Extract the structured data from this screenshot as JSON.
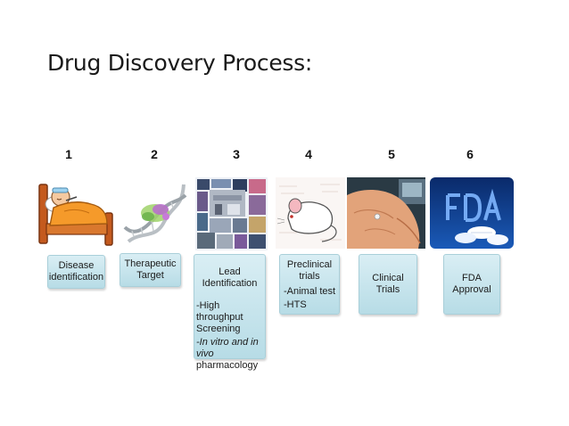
{
  "title": "Drug Discovery Process:",
  "steps": [
    {
      "number": "1",
      "lines": [
        "Disease",
        "identification"
      ],
      "icon": "sick-patient-in-bed"
    },
    {
      "number": "2",
      "lines": [
        "Therapeutic",
        "Target"
      ],
      "icon": "dna-protein-helix"
    },
    {
      "number": "3",
      "heading": [
        "Lead",
        "Identification"
      ],
      "details": [
        "-High throughput",
        "Screening",
        "-In vitro and in",
        "vivo",
        "pharmacology"
      ],
      "icon": "lab-collage"
    },
    {
      "number": "4",
      "heading": [
        "Preclinical",
        "trials"
      ],
      "details": [
        "-Animal test",
        "-HTS"
      ],
      "icon": "lab-rat"
    },
    {
      "number": "5",
      "lines": [
        "Clinical",
        "Trials"
      ],
      "icon": "patient-torso-monitor"
    },
    {
      "number": "6",
      "lines": [
        "FDA",
        "Approval"
      ],
      "icon": "fda-logo-pills"
    }
  ],
  "colors": {
    "box_top": "#d9eef4",
    "box_bottom": "#b7dce6",
    "box_border": "#a9cfd9"
  }
}
